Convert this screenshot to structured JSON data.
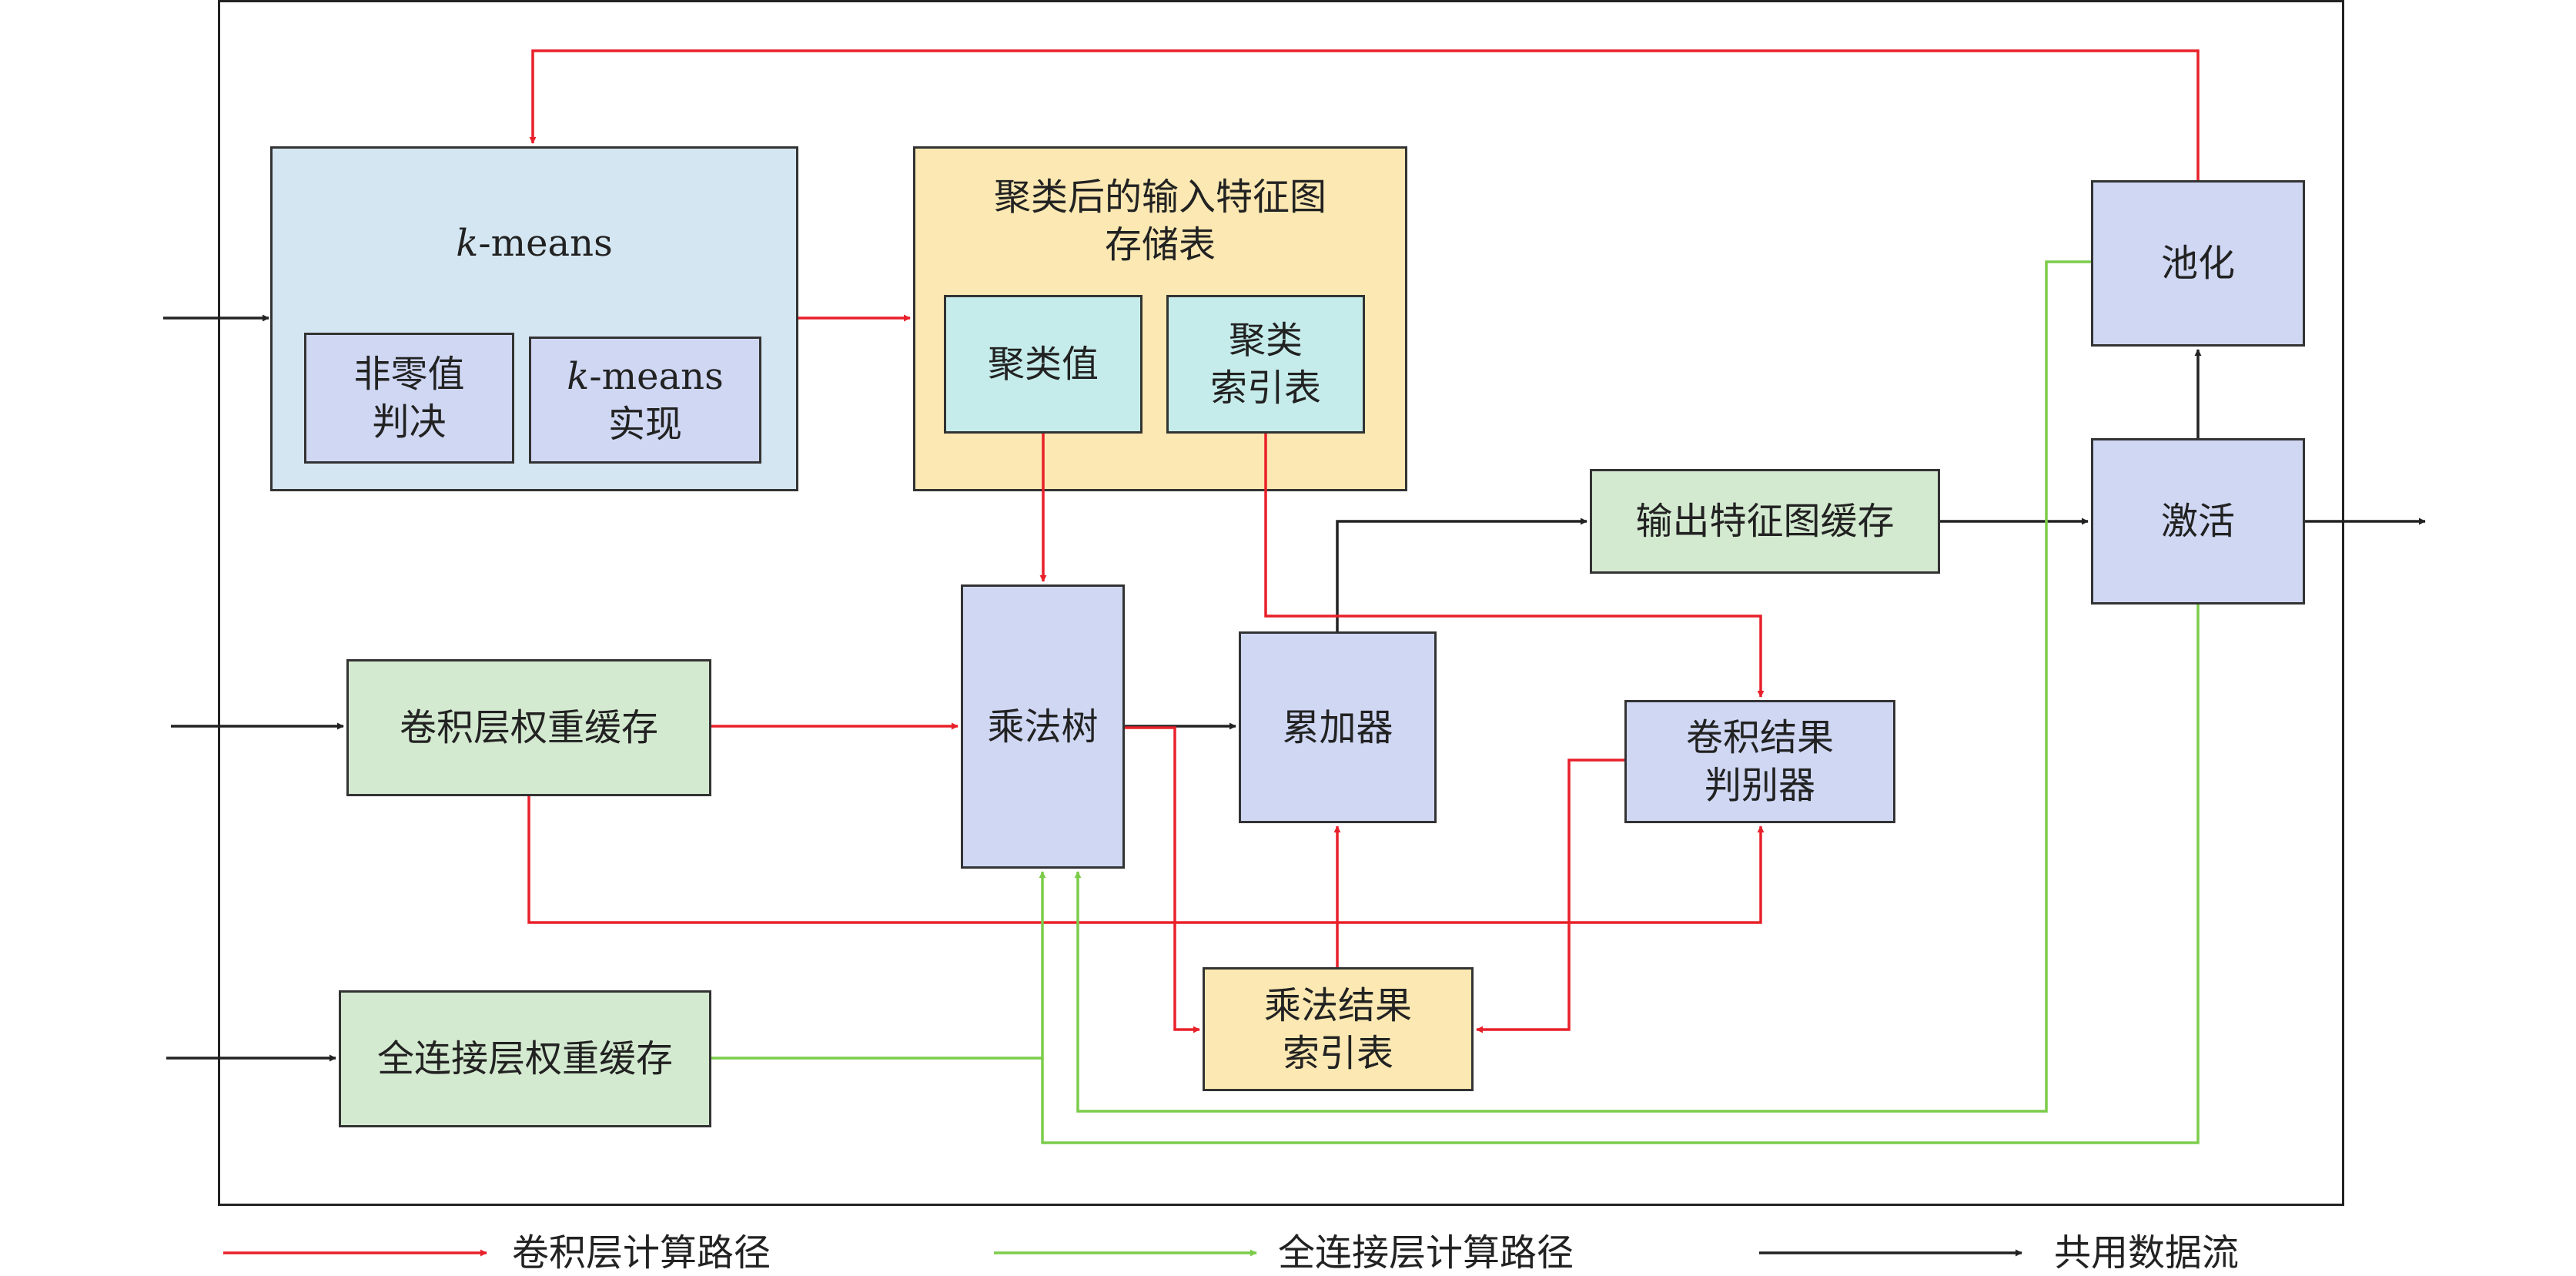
{
  "colors": {
    "conv_path": "#e8202a",
    "fc_path": "#7ccc4a",
    "shared": "#222222"
  },
  "blocks": {
    "kmeans": {
      "prefix": "k",
      "suffix": "-means"
    },
    "nonzero": {
      "label": "非零值\n判决"
    },
    "kmeans_impl": {
      "prefix": "k",
      "suffix": "-means\n实现"
    },
    "clustered_input": {
      "label": "聚类后的输入特征图\n存储表"
    },
    "cluster_value": {
      "label": "聚类值"
    },
    "cluster_index": {
      "label": "聚类\n索引表"
    },
    "pooling": {
      "label": "池化"
    },
    "activation": {
      "label": "激活"
    },
    "output_buffer": {
      "label": "输出特征图缓存"
    },
    "conv_weights": {
      "label": "卷积层权重缓存"
    },
    "mult_tree": {
      "label": "乘法树"
    },
    "accumulator": {
      "label": "累加器"
    },
    "conv_judge": {
      "label": "卷积结果\n判别器"
    },
    "mult_index": {
      "label": "乘法结果\n索引表"
    },
    "fc_weights": {
      "label": "全连接层权重缓存"
    }
  },
  "legend": {
    "conv": "卷积层计算路径",
    "fc": "全连接层计算路径",
    "shared": "共用数据流"
  }
}
